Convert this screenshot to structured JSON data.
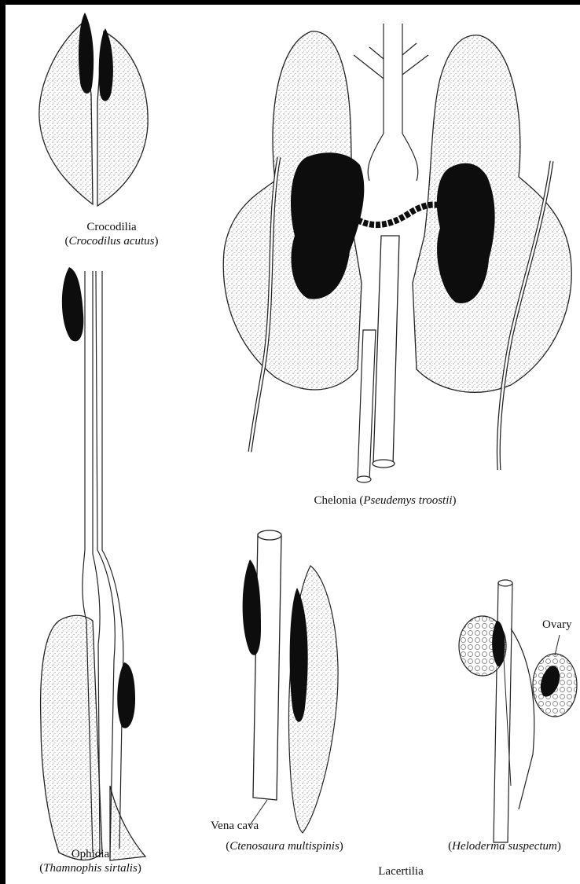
{
  "labels": {
    "crocodilia": {
      "group": "Crocodilia",
      "species": "Crocodilus acutus"
    },
    "chelonia": {
      "group": "Chelonia",
      "species": "Pseudemys troostii"
    },
    "ophidia": {
      "group": "Ophidia",
      "species": "Thamnophis sirtalis"
    },
    "ctenosaura": {
      "species": "Ctenosaura multispinis"
    },
    "heloderma": {
      "species": "Heloderma suspectum"
    },
    "lacertilia": "Lacertilia",
    "vena_cava": "Vena cava",
    "ovary": "Ovary"
  },
  "colors": {
    "ink": "#111111",
    "stipple": "#555555",
    "adrenal": "#0d0d0d",
    "paper": "#ffffff"
  }
}
